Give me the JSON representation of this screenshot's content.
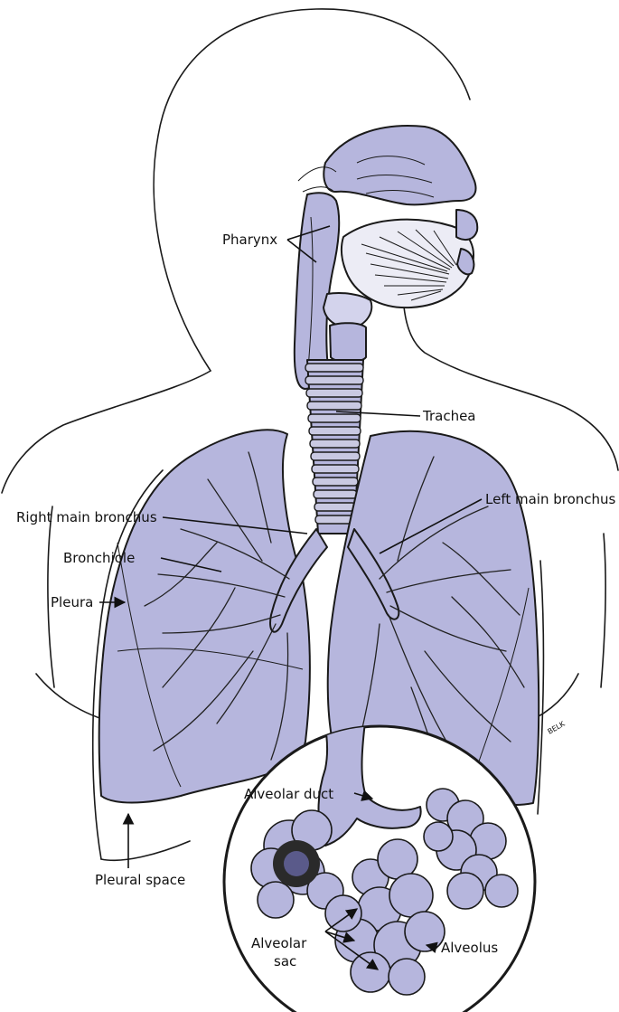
{
  "colors": {
    "tissue": "#b6b6dd",
    "tissue_light": "#d3d3ec",
    "ink": "#1a1a1a",
    "background": "#ffffff"
  },
  "labels": {
    "pharynx": "Pharynx",
    "trachea": "Trachea",
    "right_main_bronchus": "Right main bronchus",
    "left_main_bronchus": "Left main bronchus",
    "bronchiole": "Bronchiole",
    "pleura": "Pleura",
    "pleural_space": "Pleural space",
    "alveolar_duct": "Alveolar duct",
    "alveolus": "Alveolus",
    "alveolar_sac_line1": "Alveolar",
    "alveolar_sac_line2": "sac"
  },
  "signature": "BELK"
}
